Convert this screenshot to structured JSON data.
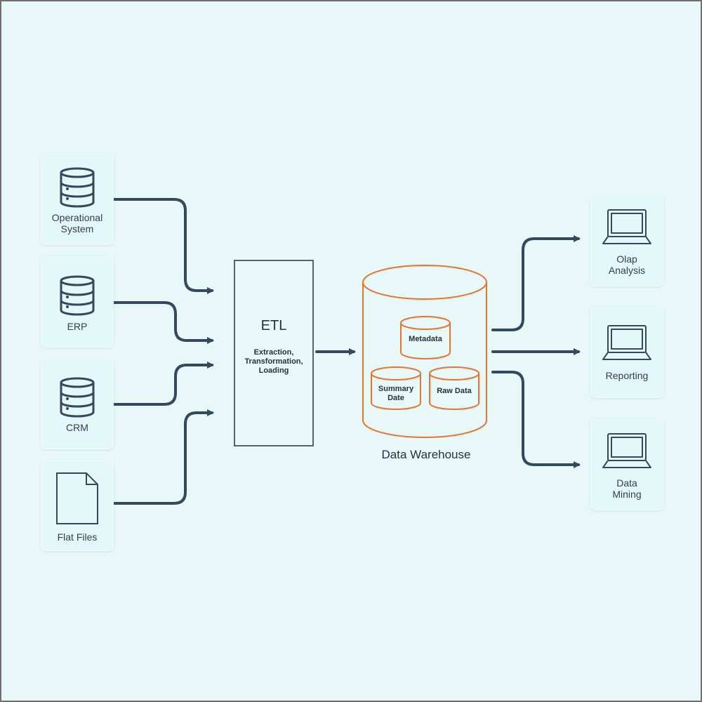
{
  "sources": [
    {
      "label": "Operational\nSystem",
      "icon": "database-icon"
    },
    {
      "label": "ERP",
      "icon": "database-icon"
    },
    {
      "label": "CRM",
      "icon": "database-icon"
    },
    {
      "label": "Flat Files",
      "icon": "file-icon"
    }
  ],
  "etl": {
    "title": "ETL",
    "subtitle": "Extraction,\nTransformation,\nLoading"
  },
  "warehouse": {
    "label": "Data Warehouse",
    "stores": {
      "metadata": "Metadata",
      "summary": "Summary\nDate",
      "raw": "Raw Data"
    }
  },
  "outputs": [
    {
      "label": "Olap\nAnalysis",
      "icon": "laptop-icon"
    },
    {
      "label": "Reporting",
      "icon": "laptop-icon"
    },
    {
      "label": "Data\nMining",
      "icon": "laptop-icon"
    }
  ],
  "colors": {
    "background": "#e8f8f8",
    "card": "#e3f8f9",
    "arrow": "#34495e",
    "warehouse": "#e8742e",
    "text": "#24323f"
  }
}
